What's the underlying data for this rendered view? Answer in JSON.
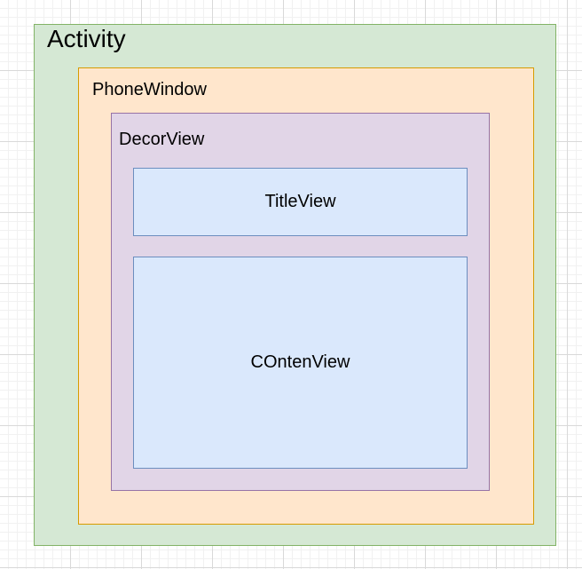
{
  "diagram": {
    "activity": {
      "label": "Activity",
      "fill": "#d5e8d4",
      "stroke": "#82b366"
    },
    "phone_window": {
      "label": "PhoneWindow",
      "fill": "#ffe6cc",
      "stroke": "#d79b00"
    },
    "decor_view": {
      "label": "DecorView",
      "fill": "#e1d5e7",
      "stroke": "#9673a6"
    },
    "title_view": {
      "label": "TitleView",
      "fill": "#dae8fc",
      "stroke": "#6c8ebf"
    },
    "content_view": {
      "label": "COntenView",
      "fill": "#dae8fc",
      "stroke": "#6c8ebf"
    }
  }
}
